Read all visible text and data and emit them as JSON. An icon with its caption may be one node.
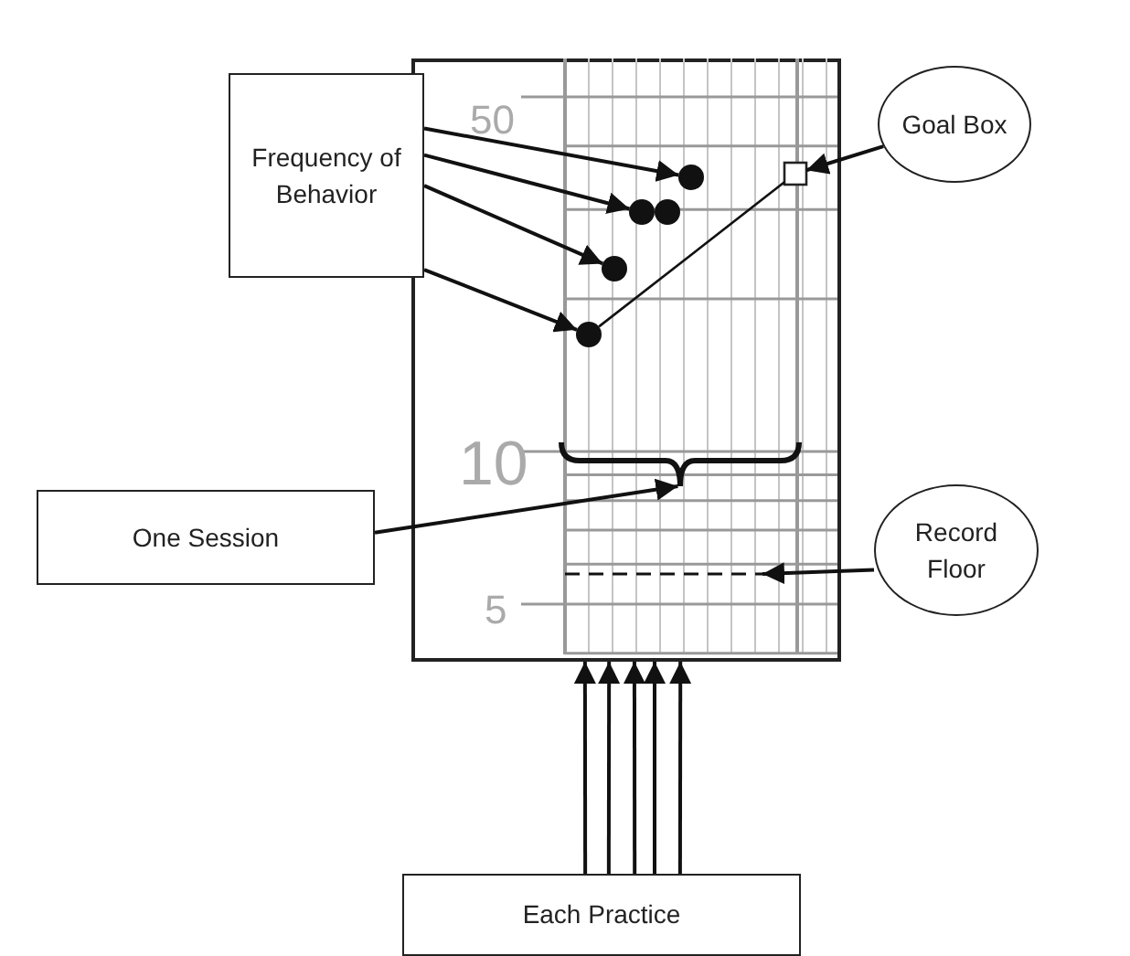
{
  "diagram": {
    "nodes": [
      {
        "text": [
          "Frequency of Behavior"
        ]
      },
      {
        "text": [],
        "shape": "box"
      },
      {
        "text": [],
        "shape": "circle",
        "in": 1
      },
      {
        "text": [],
        "shape": "circle",
        "in": 1
      },
      {
        "text": [],
        "shape": "circle",
        "in": 1
      },
      {
        "text": [],
        "shape": "circle",
        "in": 1
      },
      {
        "text": [],
        "shape": "circle",
        "in": 1
      },
      {
        "text": [],
        "shape": "box",
        "in": 1
      },
      {
        "text": [],
        "shape": "brace",
        "in": 1
      },
      {
        "text": [],
        "shape": "line",
        "in": 1
      },
      {
        "text": [
          "Goal Box"
        ]
      },
      {
        "text": [
          "One Session"
        ]
      },
      {
        "text": [
          "Record Floor"
        ]
      },
      {
        "text": [
          "Each Practice"
        ]
      }
    ],
    "edges": [
      {
        "from": 0,
        "to": 2,
        "arrow": "to"
      },
      {
        "from": 0,
        "to": 3,
        "arrow": "to"
      },
      {
        "from": 0,
        "to": 5,
        "arrow": "to"
      },
      {
        "from": 0,
        "to": 6,
        "arrow": "to"
      },
      {
        "from": 10,
        "to": 7,
        "arrow": "to"
      },
      {
        "from": 6,
        "to": 7,
        "arrow": "none"
      },
      {
        "from": 11,
        "to": 8,
        "arrow": "to"
      },
      {
        "from": 12,
        "to": 9,
        "arrow": "to"
      },
      {
        "from": 13,
        "to": 1,
        "arrow": "to"
      },
      {
        "from": 13,
        "to": 1,
        "arrow": "to"
      },
      {
        "from": 13,
        "to": 1,
        "arrow": "to"
      },
      {
        "from": 13,
        "to": 1,
        "arrow": "to"
      },
      {
        "from": 13,
        "to": 1,
        "arrow": "to"
      }
    ],
    "labels": [
      "50",
      "10",
      "5"
    ]
  }
}
